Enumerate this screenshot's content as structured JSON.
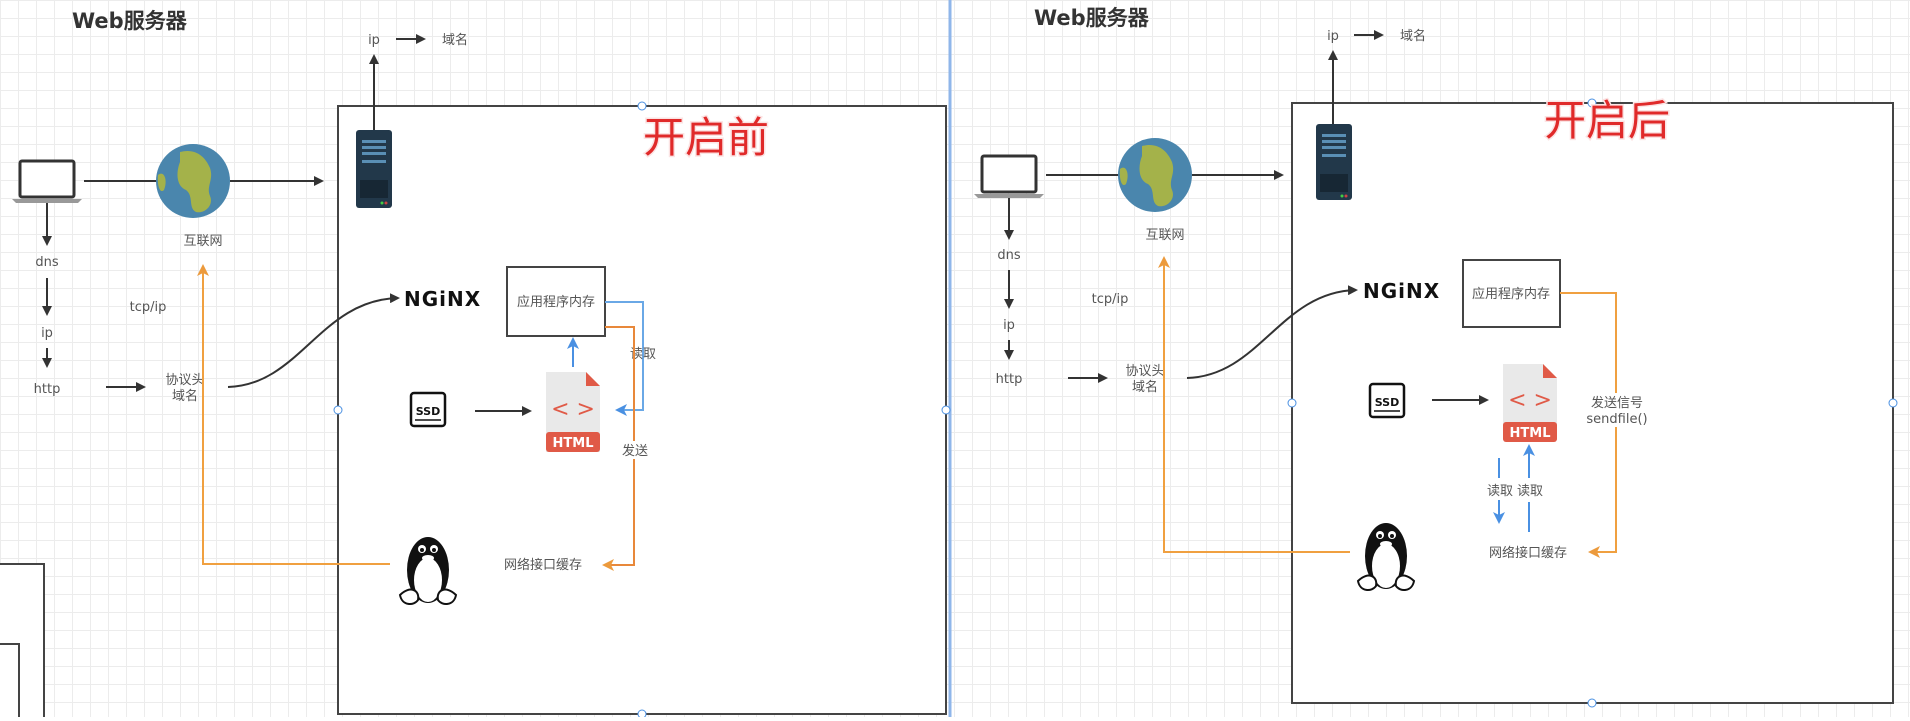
{
  "colors": {
    "accent_orange": "#f0a040",
    "accent_orange_dark": "#e8883a",
    "read_blue": "#4a90e2",
    "phase_red": "#e02a2a",
    "divider_blue": "#8fb6ea",
    "line_dark": "#333333"
  },
  "panels": [
    {
      "title": "Web服务器",
      "phase_label": "开启前",
      "server_ip_label": "ip",
      "server_domain_label": "域名",
      "internet_label": "互联网",
      "client_steps": [
        "dns",
        "ip",
        "http"
      ],
      "tcp_label": "tcp/ip",
      "protocol_label_line1": "协议头",
      "protocol_label_line2": "域名",
      "nginx_label": "NGiNX",
      "app_memory_label": "应用程序内存",
      "html_label": "HTML",
      "ssd_label": "SSD",
      "read_label": "读取",
      "send_label": "发送",
      "nic_buffer_label": "网络接口缓存"
    },
    {
      "title": "Web服务器",
      "phase_label": "开启后",
      "server_ip_label": "ip",
      "server_domain_label": "域名",
      "internet_label": "互联网",
      "client_steps": [
        "dns",
        "ip",
        "http"
      ],
      "tcp_label": "tcp/ip",
      "protocol_label_line1": "协议头",
      "protocol_label_line2": "域名",
      "nginx_label": "NGiNX",
      "app_memory_label": "应用程序内存",
      "html_label": "HTML",
      "ssd_label": "SSD",
      "read_label_left": "读取",
      "read_label_right": "读取",
      "signal_label_line1": "发送信号",
      "signal_label_line2": "sendfile()",
      "nic_buffer_label": "网络接口缓存"
    }
  ]
}
